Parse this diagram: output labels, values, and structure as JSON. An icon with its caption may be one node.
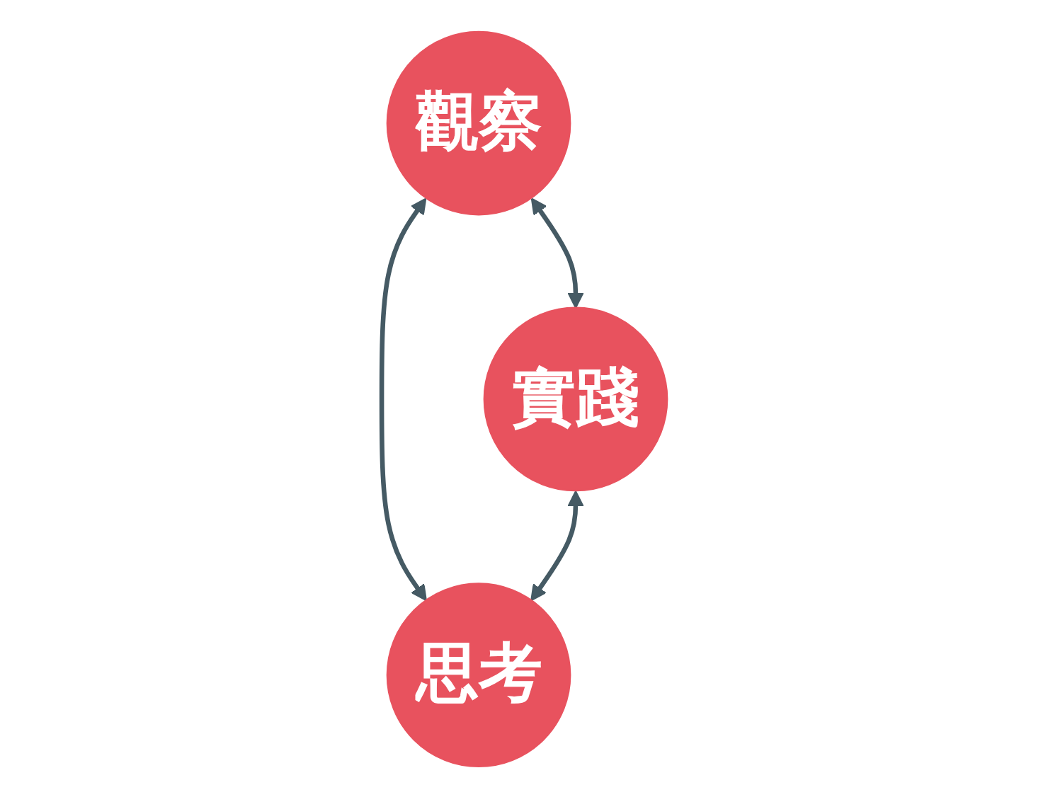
{
  "diagram": {
    "nodes": [
      {
        "text": [
          "觀察"
        ]
      },
      {
        "text": [
          "實踐"
        ]
      },
      {
        "text": [
          "思考"
        ]
      }
    ],
    "edges": [
      {
        "from": 0,
        "to": 1,
        "arrow": "both"
      },
      {
        "from": 0,
        "to": 2,
        "arrow": "both"
      },
      {
        "from": 1,
        "to": 2,
        "arrow": "both"
      }
    ]
  }
}
